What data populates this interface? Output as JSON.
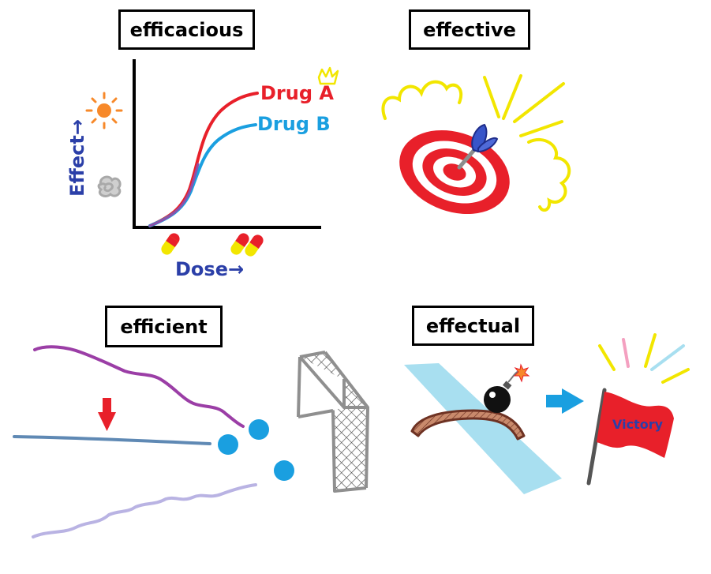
{
  "panels": {
    "efficacious": {
      "title": "efficacious"
    },
    "effective": {
      "title": "effective"
    },
    "efficient": {
      "title": "efficient"
    },
    "effectual": {
      "title": "effectual",
      "flag_text": "Victory"
    }
  },
  "chart": {
    "x_label": "Dose→",
    "y_label": "Effect→",
    "series": [
      {
        "name": "Drug A",
        "color": "#e8202a"
      },
      {
        "name": "Drug B",
        "color": "#1a9fe0"
      }
    ]
  },
  "colors": {
    "red": "#e8202a",
    "blue": "#1a9fe0",
    "navy": "#2b3fa8",
    "yellow": "#f2e600",
    "orange": "#f7892a",
    "purple": "#9b3ea6",
    "lavender": "#b9b3e3",
    "slate": "#5f89b4",
    "ice": "#a8dff0",
    "brown": "#a4553a"
  },
  "icons": [
    "sun-icon",
    "cloud-icon",
    "crown-icon",
    "capsule-icon",
    "target-icon",
    "dart-icon",
    "soccer-goal-icon",
    "ball-icon",
    "down-arrow-icon",
    "bomb-icon",
    "bridge-icon",
    "right-arrow-icon",
    "flag-icon"
  ]
}
